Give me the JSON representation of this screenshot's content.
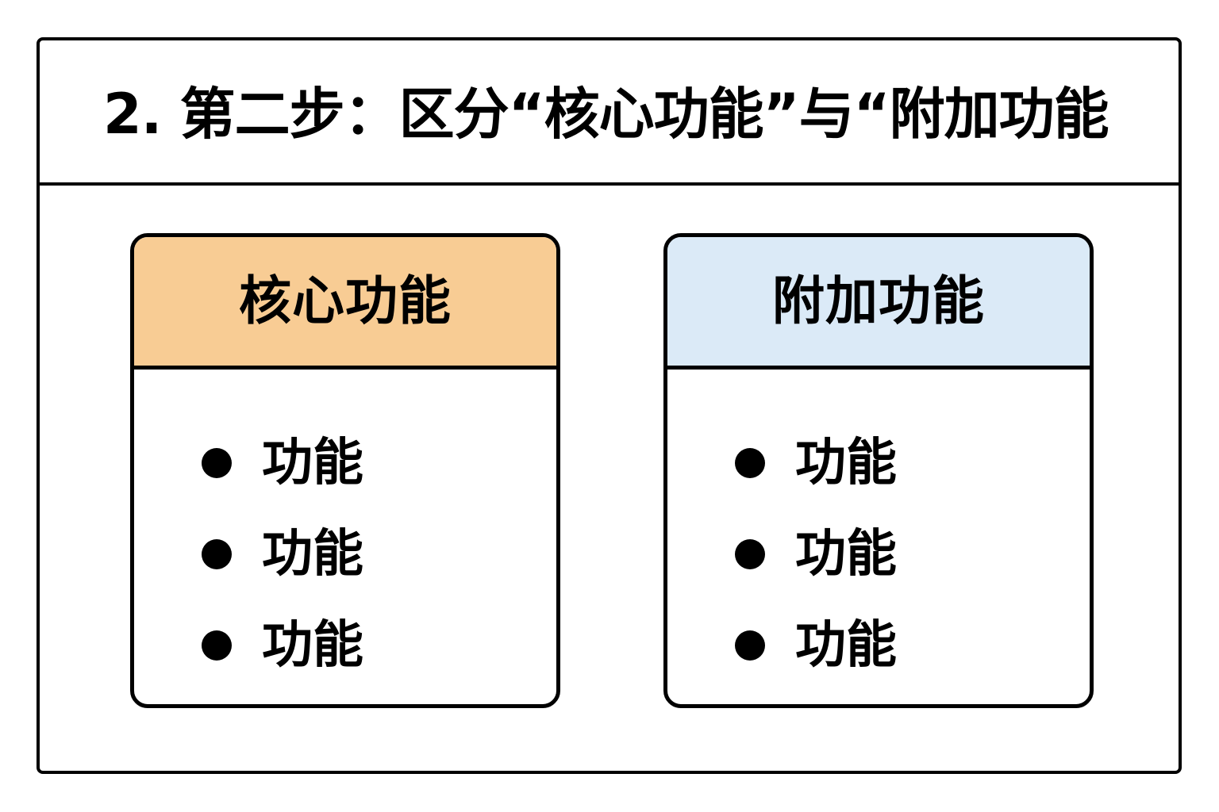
{
  "title": "2. 第二步：区分“核心功能”与“附加功能",
  "colors": {
    "core_header_bg": "#f8cc94",
    "extra_header_bg": "#dbeaf7",
    "border": "#000000"
  },
  "cards": [
    {
      "title": "核心功能",
      "items": [
        "功能",
        "功能",
        "功能"
      ]
    },
    {
      "title": "附加功能",
      "items": [
        "功能",
        "功能",
        "功能"
      ]
    }
  ]
}
